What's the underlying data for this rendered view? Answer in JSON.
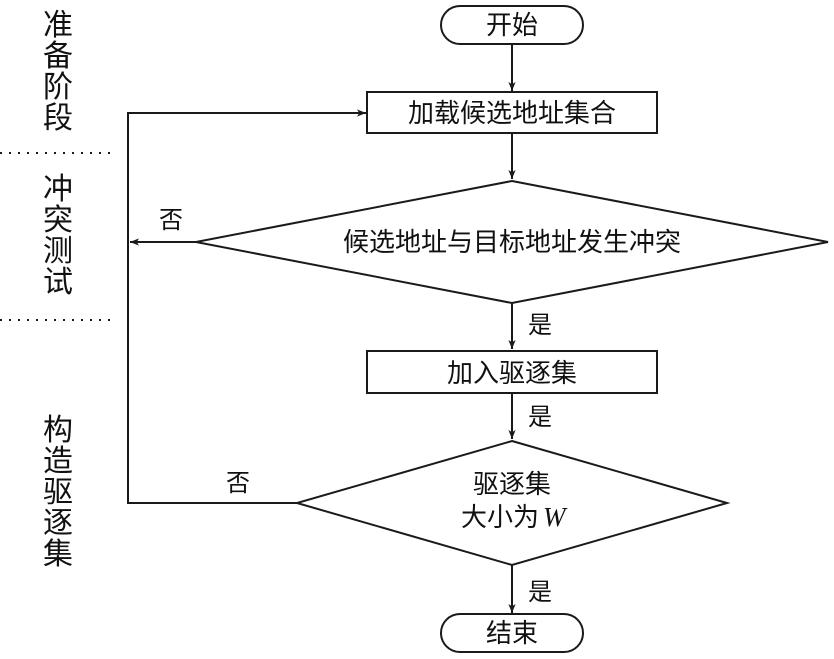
{
  "phases": [
    {
      "label": "准备阶段",
      "chars": [
        "准",
        "备",
        "阶",
        "段"
      ]
    },
    {
      "label": "冲突测试",
      "chars": [
        "冲",
        "突",
        "测",
        "试"
      ]
    },
    {
      "label": "构造驱逐集",
      "chars": [
        "构",
        "造",
        "驱",
        "逐",
        "集"
      ]
    }
  ],
  "nodes": {
    "start": "开始",
    "load": "加载候选地址集合",
    "conflict_test": "候选地址与目标地址发生冲突",
    "add": "加入驱逐集",
    "size_check_line1": "驱逐集",
    "size_check_line2_prefix": "大小为",
    "size_check_var": "W",
    "end": "结束"
  },
  "edge_labels": {
    "no_conflict": "否",
    "yes_conflict": "是",
    "yes_after_add": "是",
    "no_size": "否",
    "yes_size": "是"
  }
}
